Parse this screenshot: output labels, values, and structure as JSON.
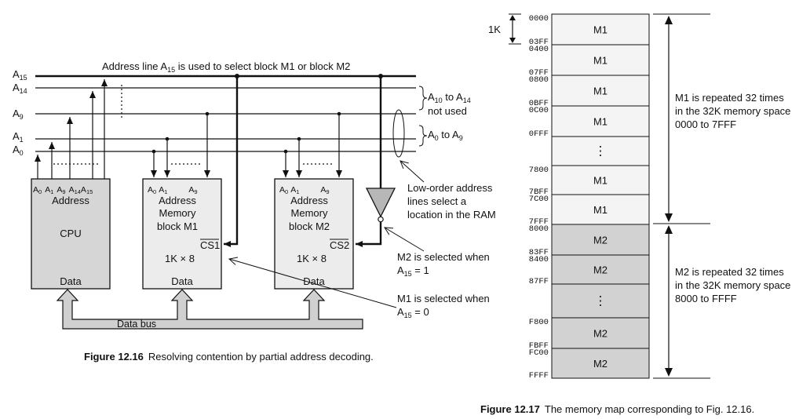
{
  "fig16": {
    "address_note_prefix": "Address line A",
    "address_note_sub": "15",
    "address_note_suffix": " is used to select block M1 or block M2",
    "lines": [
      {
        "base": "A",
        "sub": "15"
      },
      {
        "base": "A",
        "sub": "14"
      },
      {
        "base": "A",
        "sub": "9"
      },
      {
        "base": "A",
        "sub": "1"
      },
      {
        "base": "A",
        "sub": "0"
      }
    ],
    "brace_top": {
      "text1_base": "A",
      "text1_sub": "10",
      "text1_rest": " to A",
      "text1_sub2": "14",
      "text2": "not used"
    },
    "brace_bottom": {
      "base": "A",
      "sub": "0",
      "rest": " to A",
      "sub2": "9"
    },
    "cpu": {
      "pins": [
        {
          "base": "A",
          "sub": "0"
        },
        {
          "base": "A",
          "sub": "1"
        },
        {
          "base": "A",
          "sub": "9"
        },
        {
          "base": "A",
          "sub": "14"
        },
        {
          "base": "A",
          "sub": "15"
        }
      ],
      "label_address": "Address",
      "label_name": "CPU",
      "label_data": "Data"
    },
    "m1": {
      "pins": [
        {
          "base": "A",
          "sub": "0"
        },
        {
          "base": "A",
          "sub": "1"
        },
        {
          "base": "A",
          "sub": "9"
        }
      ],
      "line1": "Address",
      "line2": "Memory",
      "line3": "block M1",
      "cs": "CS1",
      "size": "1K × 8",
      "data": "Data"
    },
    "m2": {
      "pins": [
        {
          "base": "A",
          "sub": "0"
        },
        {
          "base": "A",
          "sub": "1"
        },
        {
          "base": "A",
          "sub": "9"
        }
      ],
      "line1": "Address",
      "line2": "Memory",
      "line3": "block M2",
      "cs": "CS2",
      "size": "1K × 8",
      "data": "Data"
    },
    "data_bus": "Data bus",
    "note_low_order": [
      "Low-order address",
      "lines select a",
      "location in the RAM"
    ],
    "note_m2": {
      "line1": "M2 is selected when",
      "base": "A",
      "sub": "15",
      "rest": " = 1"
    },
    "note_m1": {
      "line1": "M1 is selected when",
      "base": "A",
      "sub": "15",
      "rest": " = 0"
    },
    "caption_label": "Figure 12.16",
    "caption_text": "Resolving contention by partial address decoding."
  },
  "fig17": {
    "one_k": "1K",
    "cells": [
      {
        "label": "M1",
        "top": "0000",
        "bottom": "03FF",
        "block": "M1"
      },
      {
        "label": "M1",
        "top": "0400",
        "bottom": "07FF",
        "block": "M1"
      },
      {
        "label": "M1",
        "top": "0800",
        "bottom": "0BFF",
        "block": "M1"
      },
      {
        "label": "M1",
        "top": "0C00",
        "bottom": "0FFF",
        "block": "M1"
      },
      {
        "label": "⋮",
        "top": "",
        "bottom": "",
        "block": "M1"
      },
      {
        "label": "M1",
        "top": "7800",
        "bottom": "7BFF",
        "block": "M1"
      },
      {
        "label": "M1",
        "top": "7C00",
        "bottom": "7FFF",
        "block": "M1"
      },
      {
        "label": "M2",
        "top": "8000",
        "bottom": "83FF",
        "block": "M2"
      },
      {
        "label": "M2",
        "top": "8400",
        "bottom": "87FF",
        "block": "M2"
      },
      {
        "label": "⋮",
        "top": "",
        "bottom": "",
        "block": "M2"
      },
      {
        "label": "M2",
        "top": "F800",
        "bottom": "FBFF",
        "block": "M2"
      },
      {
        "label": "M2",
        "top": "FC00",
        "bottom": "FFFF",
        "block": "M2"
      }
    ],
    "m1_note": [
      "M1 is repeated 32 times",
      "in the 32K memory space",
      "0000 to 7FFF"
    ],
    "m2_note": [
      "M2 is repeated 32 times",
      "in the 32K memory space",
      "8000 to FFFF"
    ],
    "caption_label": "Figure 12.17",
    "caption_text": "The memory map corresponding to Fig. 12.16."
  },
  "colors": {
    "block_fill": "#d6d6d6",
    "m1_fill": "#f4f4f4",
    "m2_fill": "#d2d2d2",
    "line": "#111111"
  }
}
